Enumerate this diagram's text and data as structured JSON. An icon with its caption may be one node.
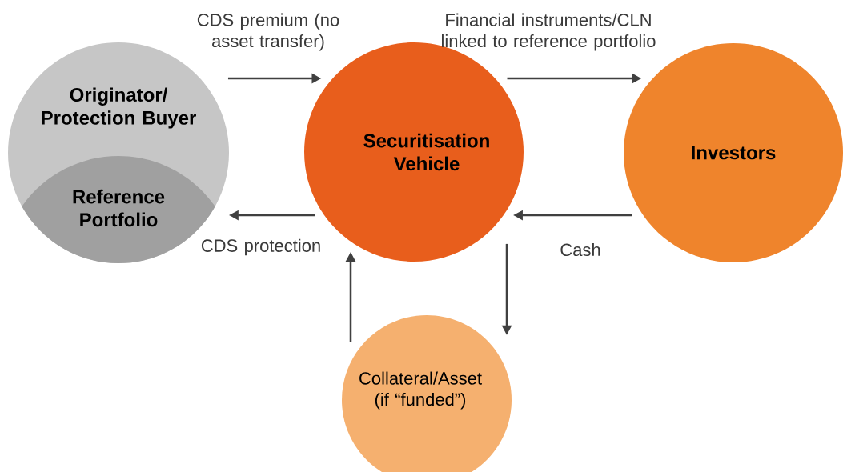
{
  "diagram": {
    "nodes": [
      {
        "text": [
          "Originator/ Protection Buyer"
        ]
      },
      {
        "text": [
          "Reference Portfolio"
        ],
        "in": 0
      },
      {
        "text": [
          "Securitisation Vehicle"
        ]
      },
      {
        "text": [
          "Investors"
        ]
      },
      {
        "text": [
          "Collateral/Asset (if “funded”)"
        ]
      }
    ],
    "edges": [
      {
        "from": 0,
        "to": 2,
        "arrow": "to",
        "label": "CDS premium (no asset transfer)"
      },
      {
        "from": 2,
        "to": 3,
        "arrow": "to",
        "label": "Financial instruments/CLN linked to reference portfolio"
      },
      {
        "from": 2,
        "to": 0,
        "arrow": "to",
        "label": "CDS protection"
      },
      {
        "from": 3,
        "to": 2,
        "arrow": "to",
        "label": "Cash"
      },
      {
        "from": 2,
        "to": 4,
        "arrow": "to"
      },
      {
        "from": 4,
        "to": 2,
        "arrow": "to"
      }
    ]
  }
}
